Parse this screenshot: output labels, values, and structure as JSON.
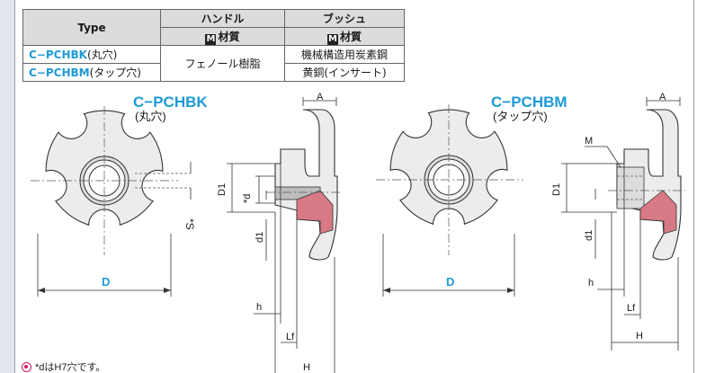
{
  "table": {
    "header_type": "Type",
    "header_handle": "ハンドル",
    "header_bush": "ブッシュ",
    "material_icon": "M",
    "material_label": "材質",
    "rows": [
      {
        "part": "C−PCHBK",
        "suffix": "(丸穴)"
      },
      {
        "part": "C−PCHBM",
        "suffix": "(タップ穴)"
      }
    ],
    "handle_material": "フェノール樹脂",
    "bush_materials": [
      "機械構造用炭素鋼",
      "黄銅(インサート)"
    ]
  },
  "drawings": {
    "left": {
      "title": "C−PCHBK",
      "subtitle": "(丸穴)"
    },
    "right": {
      "title": "C−PCHBM",
      "subtitle": "(タップ穴)"
    }
  },
  "dims": {
    "D": "D",
    "A": "A",
    "D1": "D1",
    "d": "*d",
    "d1": "d1",
    "S": "*S",
    "h": "h",
    "Lf": "Lf",
    "H": "H",
    "M": "M"
  },
  "note": {
    "text": "*dはH7穴です。",
    "icon": "info-bullet-icon",
    "icon_color": "#d0186b"
  },
  "colors": {
    "accent_blue": "#1e9ad6",
    "table_header": "#dcdcdc"
  }
}
